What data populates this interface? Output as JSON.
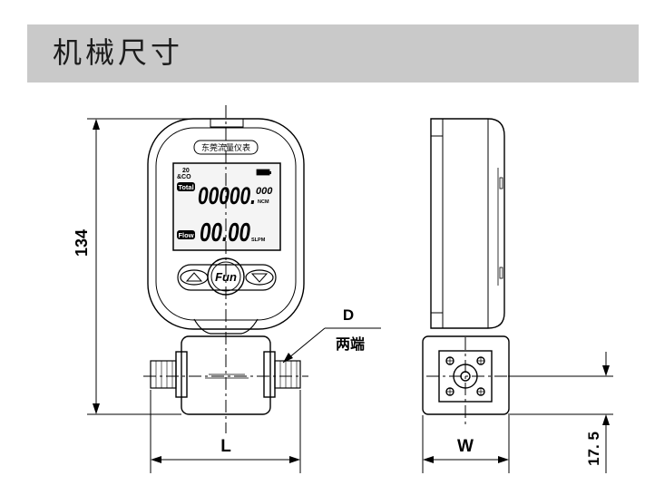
{
  "header": {
    "title": "机械尺寸"
  },
  "device": {
    "brand_label": "东莞流量仪表",
    "total_tag": "Total",
    "total_value": "00000.",
    "total_decimal": "000",
    "total_unit": "NCM",
    "flow_tag": "Flow",
    "flow_value": "00.00",
    "flow_unit": "SLPM",
    "fun_button": "Fun",
    "gas_label_top": "20",
    "gas_label_bottom": "&CO"
  },
  "dimensions": {
    "height": "134",
    "length": "L",
    "width": "W",
    "offset": "17. 5",
    "diameter": "D",
    "diameter_note": "两端"
  },
  "colors": {
    "header_bg": "#c9c9c9",
    "lcd_bg": "#f4f4f4",
    "line": "#000000"
  }
}
